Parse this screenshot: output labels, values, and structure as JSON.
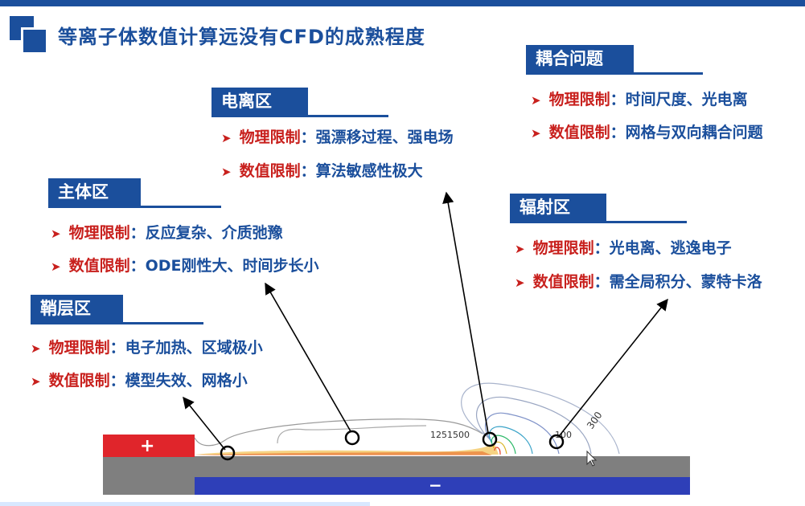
{
  "title": "等离子体数值计算远没有CFD的成熟程度",
  "sections": {
    "ionization": {
      "heading": "电离区",
      "physical_label": "物理限制",
      "physical_text": "：强漂移过程、强电场",
      "numerical_label": "数值限制",
      "numerical_text": "：算法敏感性极大"
    },
    "coupling": {
      "heading": "耦合问题",
      "physical_label": "物理限制",
      "physical_text": "：时间尺度、光电离",
      "numerical_label": "数值限制",
      "numerical_text": "：网格与双向耦合问题"
    },
    "main": {
      "heading": "主体区",
      "physical_label": "物理限制",
      "physical_text": "：反应复杂、介质弛豫",
      "numerical_label": "数值限制",
      "numerical_text": "：ODE刚性大、时间步长小"
    },
    "radiation": {
      "heading": "辐射区",
      "physical_label": "物理限制",
      "physical_text": "：光电离、逃逸电子",
      "numerical_label": "数值限制",
      "numerical_text": "：需全局积分、蒙特卡洛"
    },
    "sheath": {
      "heading": "鞘层区",
      "physical_label": "物理限制",
      "physical_text": "：电子加热、区域极小",
      "numerical_label": "数值限制",
      "numerical_text": "：模型失效、网格小"
    }
  },
  "diagram": {
    "plus_label": "+",
    "minus_label": "−",
    "contour_label_1": "300",
    "contour_label_2": "1251500",
    "contour_label_3": "100",
    "colors": {
      "brand_blue": "#1b4f9c",
      "accent_red": "#c8201d",
      "electrode_red": "#e0252b",
      "dielectric_gray": "#7f7f7f",
      "electrode_blue": "#2e3fb8"
    }
  }
}
